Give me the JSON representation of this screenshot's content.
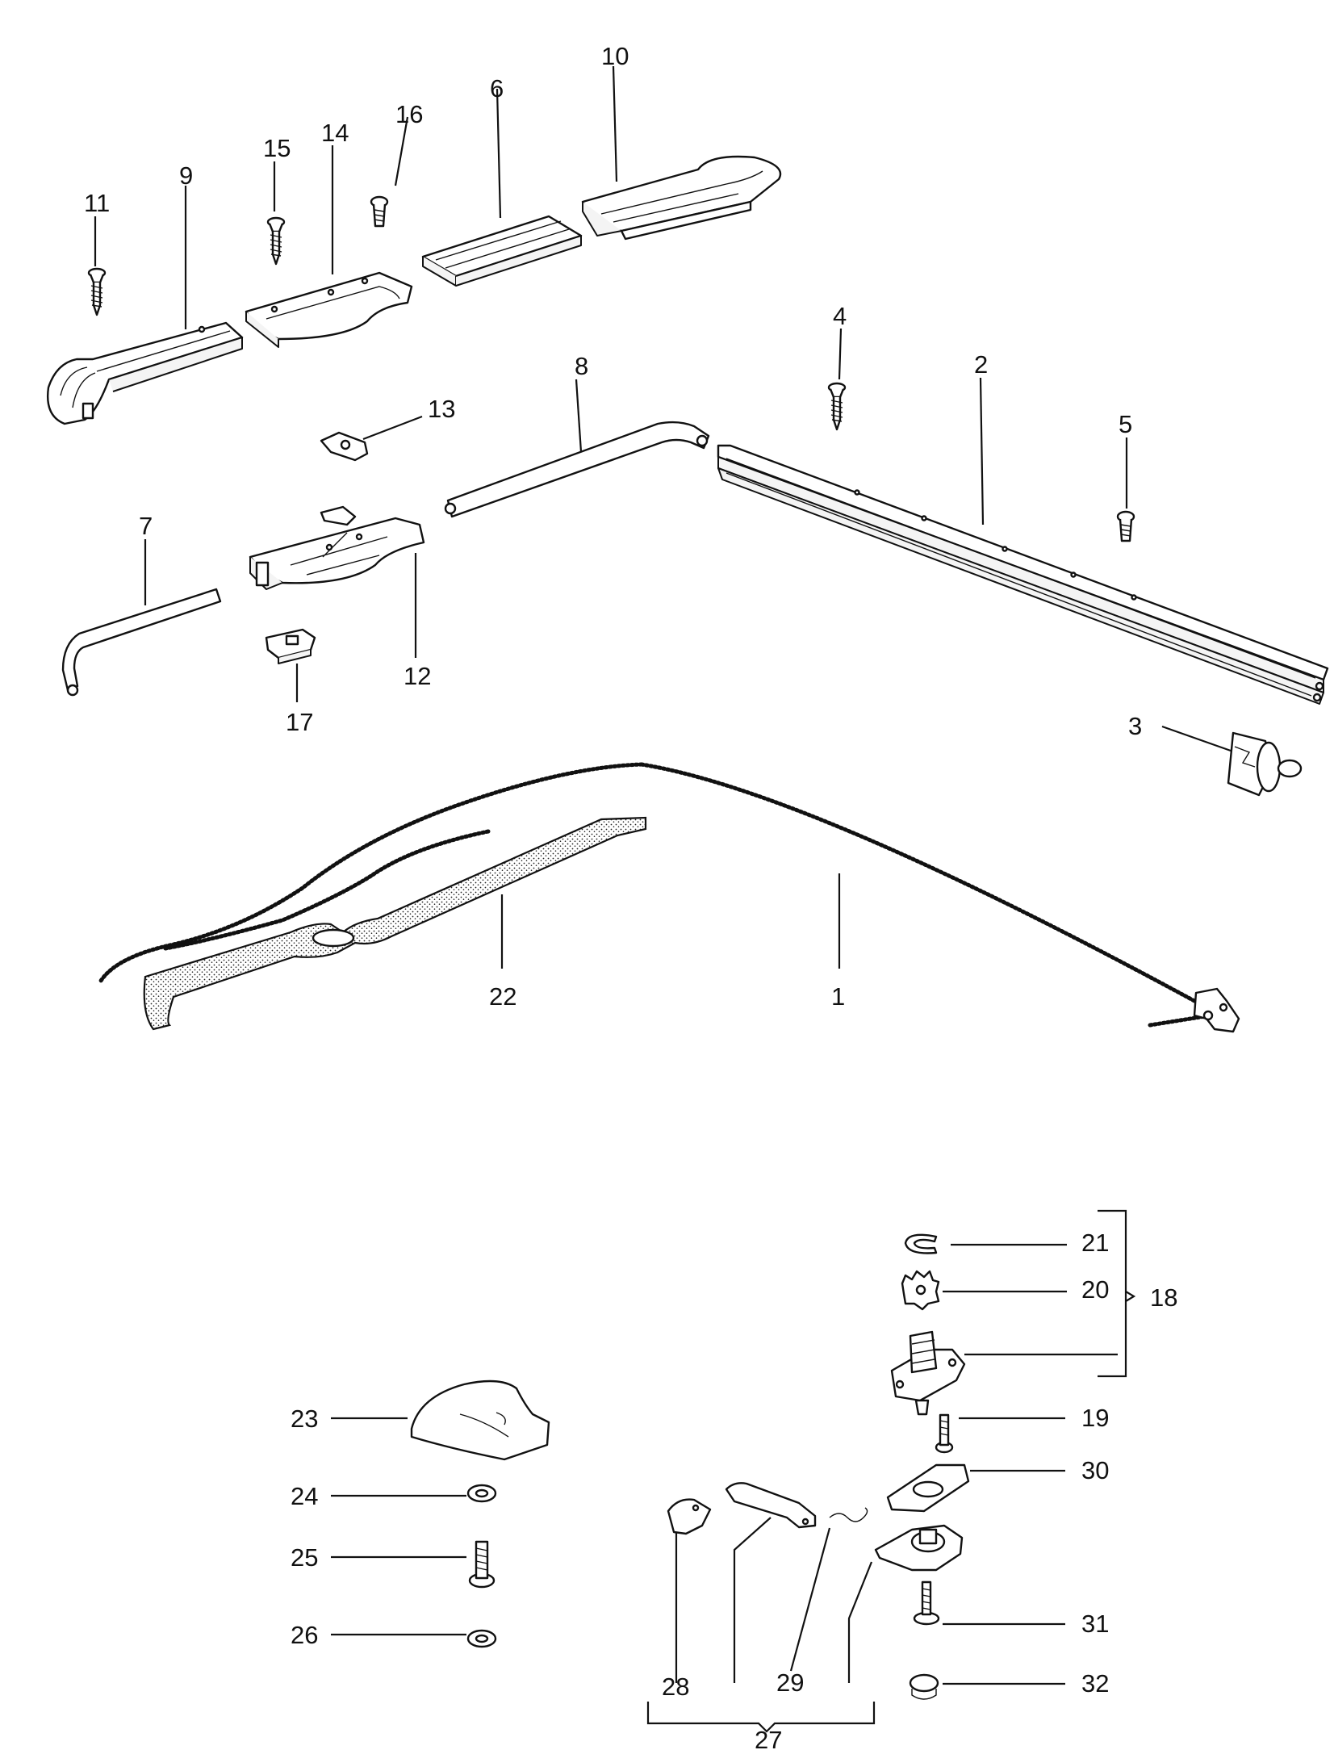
{
  "diagram": {
    "labels": {
      "l1": "1",
      "l2": "2",
      "l3": "3",
      "l4": "4",
      "l5": "5",
      "l6": "6",
      "l7": "7",
      "l8": "8",
      "l9": "9",
      "l10": "10",
      "l11": "11",
      "l12": "12",
      "l13": "13",
      "l14": "14",
      "l15": "15",
      "l16": "16",
      "l17": "17",
      "l18": "18",
      "l19": "19",
      "l20": "20",
      "l21": "21",
      "l22": "22",
      "l23": "23",
      "l24": "24",
      "l25": "25",
      "l26": "26",
      "l27": "27",
      "l28": "28",
      "l29": "29",
      "l30": "30",
      "l31": "31",
      "l32": "32"
    }
  }
}
